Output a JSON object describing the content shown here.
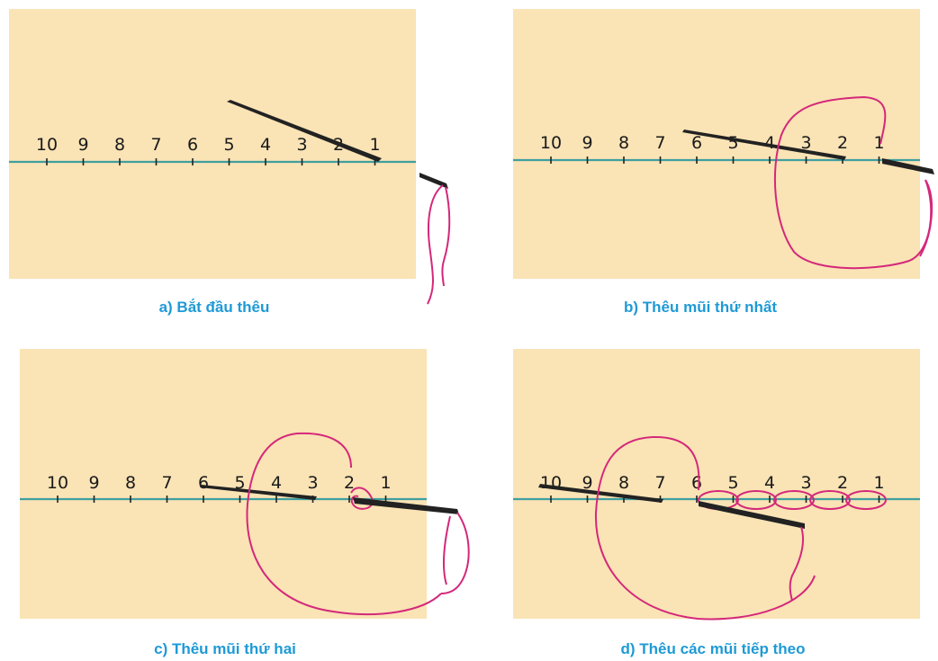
{
  "panels": [
    {
      "id": "a",
      "caption": "a) Bắt đầu thêu",
      "numbers": [
        "10",
        "9",
        "8",
        "7",
        "6",
        "5",
        "4",
        "3",
        "2",
        "1"
      ]
    },
    {
      "id": "b",
      "caption": "b) Thêu mũi thứ nhất",
      "numbers": [
        "10",
        "9",
        "8",
        "7",
        "6",
        "5",
        "4",
        "3",
        "2",
        "1"
      ]
    },
    {
      "id": "c",
      "caption": "c) Thêu mũi thứ hai",
      "numbers": [
        "10",
        "9",
        "8",
        "7",
        "6",
        "5",
        "4",
        "3",
        "2",
        "1"
      ]
    },
    {
      "id": "d",
      "caption": "d) Thêu các mũi tiếp theo",
      "numbers": [
        "10",
        "9",
        "8",
        "7",
        "6",
        "5",
        "4",
        "3",
        "2",
        "1"
      ]
    }
  ],
  "colors": {
    "fabric": "#fae3b5",
    "stitch_line": "#3f9fa0",
    "thread": "#d4287a",
    "needle": "#222222",
    "caption": "#1e9ad6"
  }
}
